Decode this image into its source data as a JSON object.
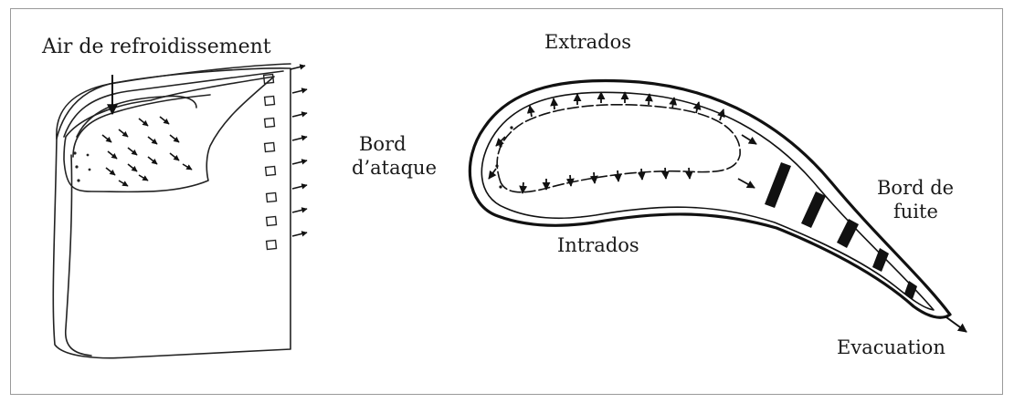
{
  "labels": {
    "cooling_air": "Air de refroidissement",
    "extrados": "Extrados",
    "leading_edge_line1": "Bord",
    "leading_edge_line2": "d’ataque",
    "trailing_edge_line1": "Bord de",
    "trailing_edge_line2": "fuite",
    "intrados": "Intrados",
    "evacuation": "Evacuation"
  }
}
